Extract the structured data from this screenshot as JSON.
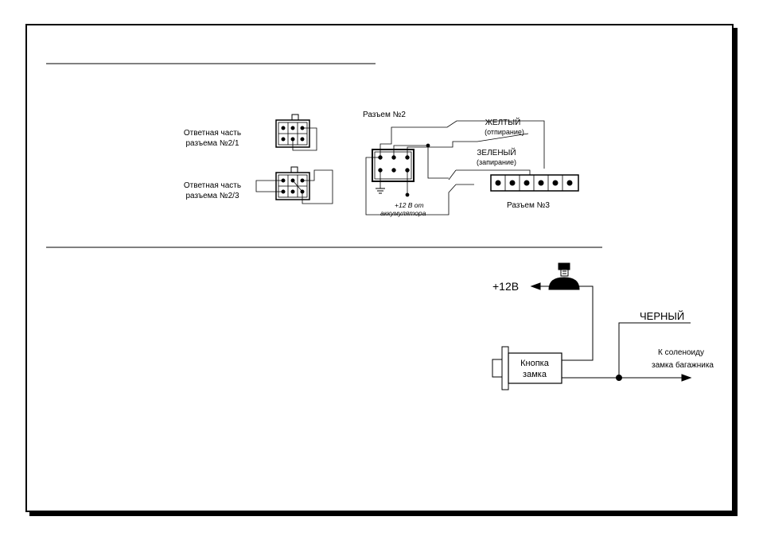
{
  "connector2": {
    "title": "Разъем №2",
    "mate_21_line1": "Ответная часть",
    "mate_21_line2": "разъема №2/1",
    "mate_23_line1": "Ответная часть",
    "mate_23_line2": "разъема №2/3",
    "battery_line1": "+12 В от",
    "battery_line2": "аккумулятора"
  },
  "wires": {
    "yellow": "ЖЕЛТЫЙ",
    "yellow_sub": "(отпирание)",
    "green": "ЗЕЛЕНЫЙ",
    "green_sub": "(запирание)"
  },
  "connector3": {
    "title": "Разъем №3"
  },
  "trunk": {
    "plus12": "+12В",
    "black": "ЧЕРНЫЙ",
    "button_line1": "Кнопка",
    "button_line2": "замка",
    "solenoid_line1": "К соленоиду",
    "solenoid_line2": "замка багажника"
  }
}
